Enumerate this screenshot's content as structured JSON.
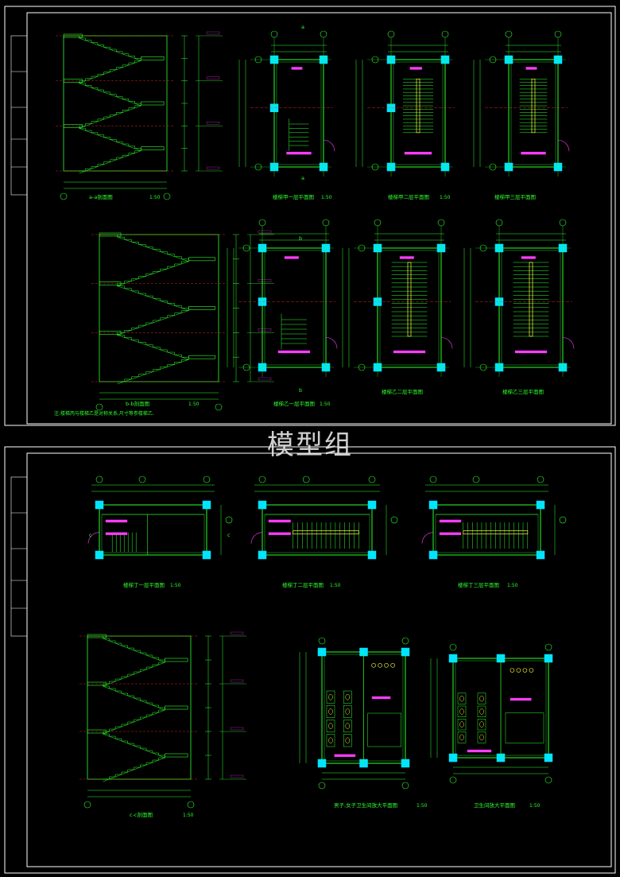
{
  "watermark": "模型组",
  "sheet1": {
    "note": "注:楼梯丙与楼梯乙是对称关系,尺寸等参楼梯乙.",
    "titles": [
      {
        "name": "a-a剖面图",
        "scale": "1:50"
      },
      {
        "name": "楼梯甲一层平面图",
        "scale": "1:50"
      },
      {
        "name": "楼梯甲二层平面图",
        "scale": "1:50"
      },
      {
        "name": "楼梯甲三层平面图",
        "scale": ""
      },
      {
        "name": "b-b剖面图",
        "scale": "1:50"
      },
      {
        "name": "楼梯乙一层平面图",
        "scale": "1:50"
      },
      {
        "name": "楼梯乙二层平面图",
        "scale": ""
      },
      {
        "name": "楼梯乙三层平面图",
        "scale": ""
      }
    ],
    "section_marks": [
      "a",
      "b"
    ]
  },
  "sheet2": {
    "titles": [
      {
        "name": "楼梯丁一层平面图",
        "scale": "1:50"
      },
      {
        "name": "楼梯丁二层平面图",
        "scale": "1:50"
      },
      {
        "name": "楼梯丁三层平面图",
        "scale": "1:50"
      },
      {
        "name": "c-c剖面图",
        "scale": "1:50"
      },
      {
        "name": "男子,女子卫生间放大平面图",
        "scale": "1:50"
      },
      {
        "name": "卫生间放大平面图",
        "scale": "1:50"
      }
    ],
    "section_marks": [
      "c"
    ]
  },
  "colors": {
    "line": "#2dff2d",
    "accent": "#ff3cff",
    "column": "#00e5ff",
    "yellow": "#ffff3c",
    "red": "#ff3030",
    "frame": "#ffffff"
  }
}
